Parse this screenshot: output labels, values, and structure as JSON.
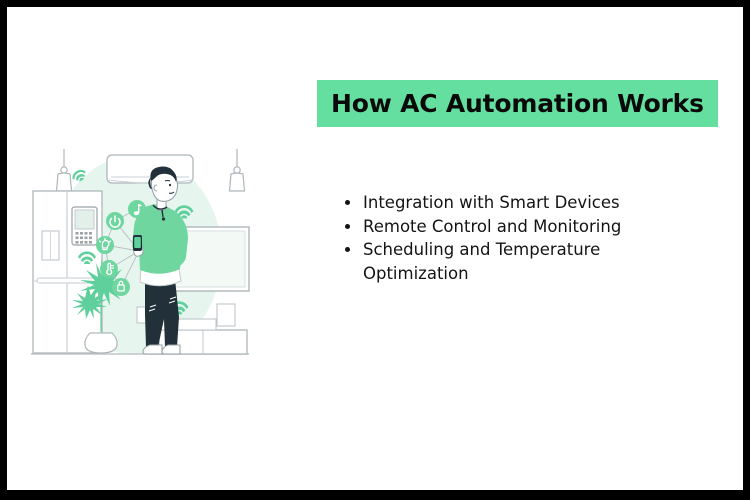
{
  "slide": {
    "background_color": "#FFFFFF",
    "border_color": "#000000",
    "accent_color": "#64DFA0",
    "text_color": "#141414"
  },
  "title": {
    "text": "How AC Automation Works",
    "banner_color": "#64DFA0"
  },
  "bullets": [
    {
      "text": "Integration with Smart Devices"
    },
    {
      "text": "Remote Control and Monitoring"
    },
    {
      "text": "Scheduling and Temperature Optimization"
    }
  ],
  "illustration": {
    "name": "smart-home-automation-illustration",
    "description": "Person holding a smartphone in a smart home living room connected to appliances",
    "palette": {
      "green_fill": "#6FD6A0",
      "green_light": "#E4F5EC",
      "green_mid": "#8FE0B4",
      "outline": "#9AA3A8",
      "dark": "#22303A",
      "white": "#FFFFFF"
    },
    "elements": [
      {
        "name": "air-conditioner-unit",
        "label": "Wall mounted AC"
      },
      {
        "name": "smart-refrigerator",
        "label": "Smart refrigerator with control panel"
      },
      {
        "name": "television-screen",
        "label": "Wall TV"
      },
      {
        "name": "pendant-lamp-left",
        "label": "Pendant lamp"
      },
      {
        "name": "pendant-lamp-right",
        "label": "Pendant lamp"
      },
      {
        "name": "potted-plant",
        "label": "Potted plant"
      },
      {
        "name": "media-console",
        "label": "Media console cabinet"
      },
      {
        "name": "person-with-smartphone",
        "label": "Person holding smartphone"
      },
      {
        "name": "wifi-signal-icons",
        "label": "Wireless connectivity waves"
      },
      {
        "name": "power-icon",
        "label": "Power control node"
      },
      {
        "name": "music-note-icon",
        "label": "Music control node"
      },
      {
        "name": "lightbulb-icon",
        "label": "Lighting control node"
      },
      {
        "name": "thermometer-icon",
        "label": "Temperature control node"
      },
      {
        "name": "lock-icon",
        "label": "Security control node"
      }
    ]
  }
}
